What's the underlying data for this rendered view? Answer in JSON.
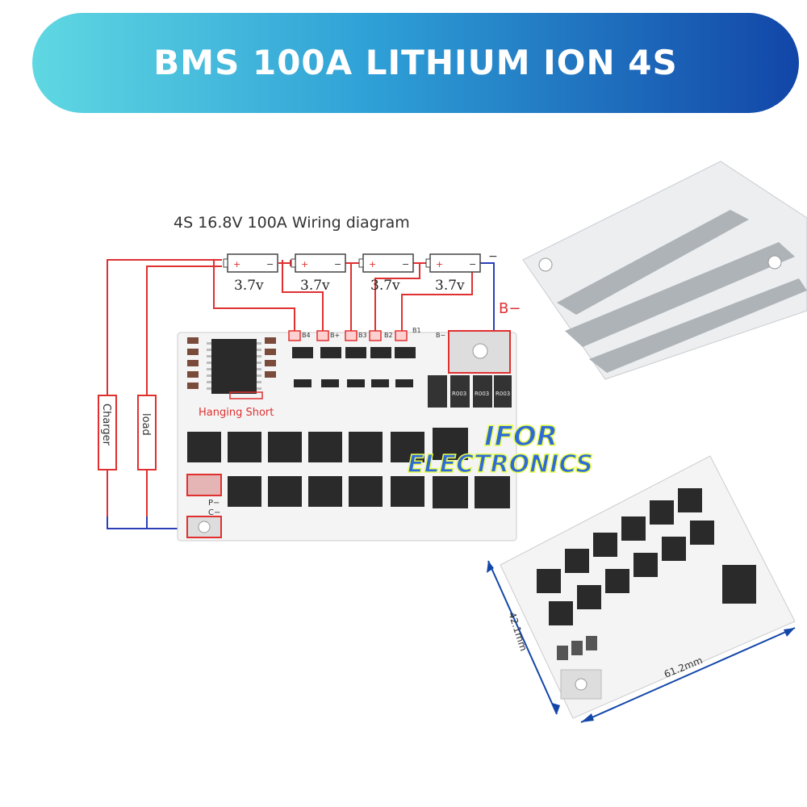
{
  "banner": {
    "title": "BMS 100A LITHIUM ION 4S"
  },
  "diagram": {
    "title": "4S 16.8V 100A Wiring diagram",
    "cell_voltage": [
      "3.7v",
      "3.7v",
      "3.7v",
      "3.7v"
    ],
    "pack_negative_label": "B−",
    "terminal_plus": "+",
    "terminal_minus": "−",
    "pad_labels": [
      "B4",
      "B+",
      "B3",
      "B2",
      "B1",
      "B−"
    ],
    "charger_label": "Charger",
    "load_label": "load",
    "hanging_short": "Hanging Short",
    "p_label": "P−",
    "c_label": "C−",
    "resistor_marks": [
      "R003",
      "R003",
      "R003"
    ]
  },
  "watermark": {
    "line1": "IFOR",
    "line2": "ELECTRONICS"
  },
  "dimensions": {
    "width": "61.2mm",
    "height": "42.1mm"
  },
  "colors": {
    "wire_red": "#e03030",
    "wire_blue": "#2a3fb8",
    "board_white": "#f4f4f4",
    "mosfet_black": "#2a2a2a",
    "accent_blue": "#1246a8"
  }
}
